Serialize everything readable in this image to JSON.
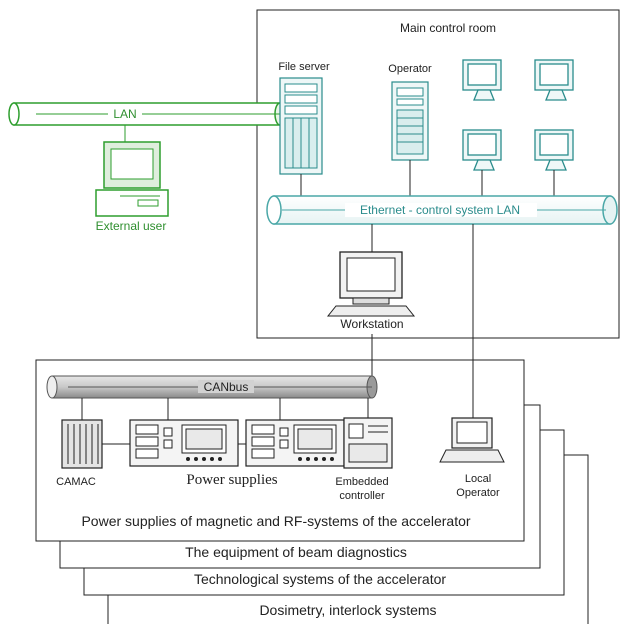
{
  "main_control_room": {
    "title": "Main control room",
    "file_server": "File server",
    "operator": "Operator"
  },
  "lan": {
    "label": "LAN",
    "external_user": "External user"
  },
  "ethernet": {
    "label": "Ethernet - control system LAN"
  },
  "workstation": {
    "label": "Workstation"
  },
  "canbus": {
    "label": "CANbus"
  },
  "equipment": {
    "camac": "CAMAC",
    "power_supplies": "Power supplies",
    "embedded_controller_line1": "Embedded",
    "embedded_controller_line2": "controller",
    "local_operator_line1": "Local",
    "local_operator_line2": "Operator"
  },
  "subsystems": [
    "Power supplies of magnetic and RF-systems of the accelerator",
    "The equipment of  beam diagnostics",
    "Technological systems of the accelerator",
    "Dosimetry, interlock systems"
  ],
  "colors": {
    "lan_pipe": "#2e9e2e",
    "ethernet_pipe": "#4aa7a7",
    "canbus_pipe": "#9a9a9a",
    "line": "#222222"
  }
}
